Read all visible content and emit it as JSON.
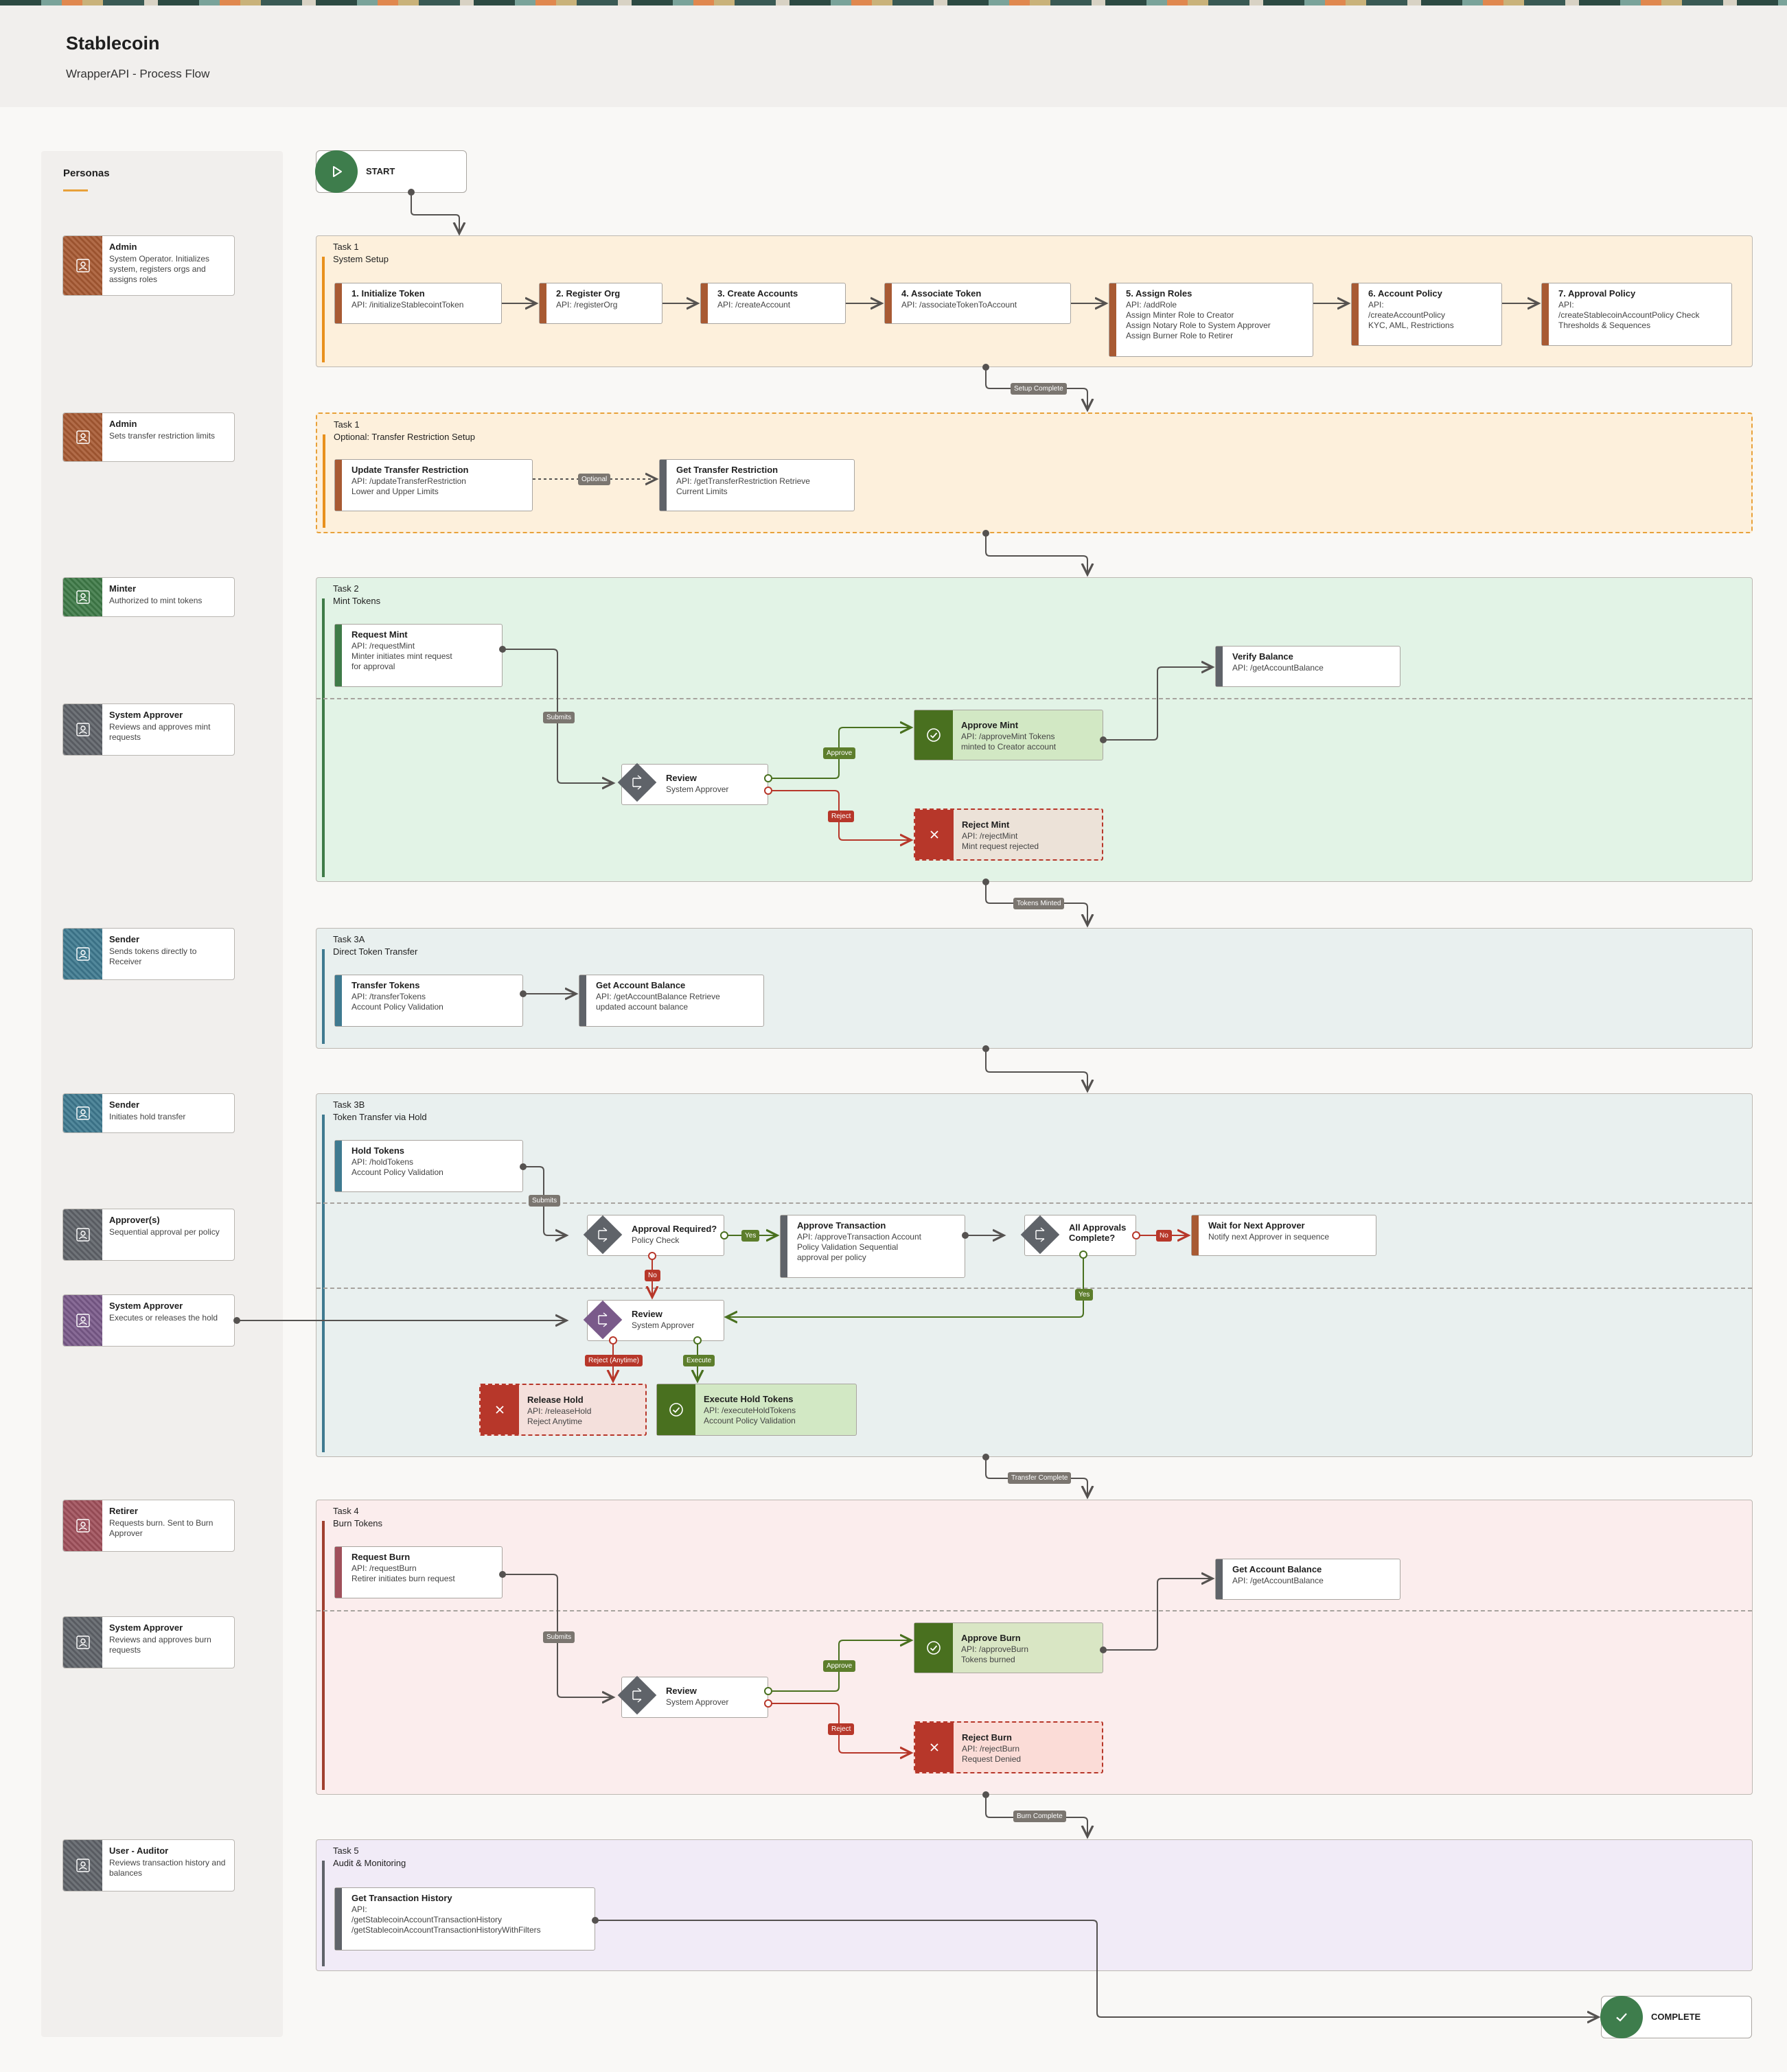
{
  "header": {
    "title": "Stablecoin",
    "subtitle": "WrapperAPI - Process Flow"
  },
  "personas": {
    "heading": "Personas",
    "items": [
      {
        "name": "Admin",
        "desc": "System Operator. Initializes system, registers orgs and assigns roles",
        "color": "#a85a33"
      },
      {
        "name": "Admin",
        "desc": "Sets transfer restriction limits",
        "color": "#a85a33"
      },
      {
        "name": "Minter",
        "desc": "Authorized to mint tokens",
        "color": "#3f7b48"
      },
      {
        "name": "System Approver",
        "desc": "Reviews and approves mint requests",
        "color": "#5f6369"
      },
      {
        "name": "Sender",
        "desc": "Sends tokens directly to Receiver",
        "color": "#3f7a90"
      },
      {
        "name": "Sender",
        "desc": "Initiates hold transfer",
        "color": "#3f7a90"
      },
      {
        "name": "Approver(s)",
        "desc": "Sequential approval per policy",
        "color": "#5f6369"
      },
      {
        "name": "System Approver",
        "desc": "Executes or releases the hold",
        "color": "#7a5a8a"
      },
      {
        "name": "Retirer",
        "desc": "Requests burn. Sent to Burn Approver",
        "color": "#a0505b"
      },
      {
        "name": "System Approver",
        "desc": "Reviews and approves burn requests",
        "color": "#5f6369"
      },
      {
        "name": "User - Auditor",
        "desc": "Reviews transaction history and balances",
        "color": "#5f6369"
      }
    ]
  },
  "start": {
    "label": "START"
  },
  "complete": {
    "label": "COMPLETE"
  },
  "task1": {
    "num": "Task 1",
    "name": "System Setup",
    "steps": [
      {
        "title": "1. Initialize Token",
        "sub": "API: /initializeStablecointToken"
      },
      {
        "title": "2. Register Org",
        "sub": "API: /registerOrg"
      },
      {
        "title": "3. Create Accounts",
        "sub": "API: /createAccount"
      },
      {
        "title": "4. Associate Token",
        "sub": "API: /associateTokenToAccount"
      },
      {
        "title": "5. Assign Roles",
        "sub": "API: /addRole\nAssign Minter Role to Creator\nAssign Notary Role to System Approver\nAssign Burner Role to Retirer"
      },
      {
        "title": "6. Account Policy",
        "sub": "API:\n/createAccountPolicy\nKYC, AML, Restrictions"
      },
      {
        "title": "7. Approval Policy",
        "sub": "API:\n/createStablecoinAccountPolicy Check\nThresholds & Sequences"
      }
    ],
    "exit_label": "Setup Complete"
  },
  "task1b": {
    "num": "Task 1",
    "name": "Optional: Transfer Restriction Setup",
    "update": {
      "title": "Update Transfer Restriction",
      "sub": "API: /updateTransferRestriction\nLower and Upper Limits"
    },
    "get": {
      "title": "Get Transfer Restriction",
      "sub": "API: /getTransferRestriction Retrieve\nCurrent Limits"
    },
    "optional_label": "Optional"
  },
  "task2": {
    "num": "Task 2",
    "name": "Mint Tokens",
    "request": {
      "title": "Request Mint",
      "sub": "API: /requestMint\nMinter initiates mint request\nfor approval"
    },
    "review": {
      "title": "Review",
      "sub": "System Approver"
    },
    "approve": {
      "title": "Approve Mint",
      "sub": "API: /approveMint Tokens\nminted to Creator account"
    },
    "reject": {
      "title": "Reject Mint",
      "sub": "API: /rejectMint\nMint request rejected"
    },
    "verify": {
      "title": "Verify Balance",
      "sub": "API: /getAccountBalance"
    },
    "submits": "Submits",
    "approve_label": "Approve",
    "reject_label": "Reject",
    "exit_label": "Tokens Minted"
  },
  "task3a": {
    "num": "Task 3A",
    "name": "Direct Token Transfer",
    "transfer": {
      "title": "Transfer Tokens",
      "sub": "API: /transferTokens\nAccount Policy Validation"
    },
    "balance": {
      "title": "Get Account Balance",
      "sub": "API: /getAccountBalance Retrieve\nupdated account balance"
    }
  },
  "task3b": {
    "num": "Task 3B",
    "name": "Token Transfer via Hold",
    "hold": {
      "title": "Hold Tokens",
      "sub": "API: /holdTokens\nAccount Policy Validation"
    },
    "approval_required": {
      "title": "Approval Required?",
      "sub": "Policy Check"
    },
    "approve_tx": {
      "title": "Approve Transaction",
      "sub": "API: /approveTransaction Account\nPolicy Validation Sequential\napproval per policy"
    },
    "all_approvals": {
      "title": "All Approvals\nComplete?",
      "sub": ""
    },
    "wait": {
      "title": "Wait for Next Approver",
      "sub": "Notify next Approver in sequence"
    },
    "review": {
      "title": "Review",
      "sub": "System Approver"
    },
    "release": {
      "title": "Release Hold",
      "sub": "API: /releaseHold\nReject Anytime"
    },
    "execute": {
      "title": "Execute Hold Tokens",
      "sub": "API: /executeHoldTokens\nAccount Policy Validation"
    },
    "submits": "Submits",
    "yes": "Yes",
    "no": "No",
    "no2": "No",
    "yes2": "Yes",
    "reject_anytime": "Reject (Anytime)",
    "execute_label": "Execute",
    "exit_label": "Transfer Complete"
  },
  "task4": {
    "num": "Task 4",
    "name": "Burn Tokens",
    "request": {
      "title": "Request Burn",
      "sub": "API: /requestBurn\nRetirer initiates burn request"
    },
    "review": {
      "title": "Review",
      "sub": "System Approver"
    },
    "approve": {
      "title": "Approve Burn",
      "sub": "API: /approveBurn\nTokens burned"
    },
    "reject": {
      "title": "Reject Burn",
      "sub": "API: /rejectBurn\nRequest Denied"
    },
    "balance": {
      "title": "Get Account Balance",
      "sub": "API: /getAccountBalance"
    },
    "submits": "Submits",
    "approve_label": "Approve",
    "reject_label": "Reject",
    "exit_label": "Burn Complete"
  },
  "task5": {
    "num": "Task 5",
    "name": "Audit & Monitoring",
    "history": {
      "title": "Get Transaction History",
      "sub": "API:\n/getStablecoinAccountTransactionHistory\n/getStablecoinAccountTransactionHistoryWithFilters"
    }
  },
  "colors": {
    "task1_bg": "#fdf0dc",
    "task2_bg": "#e2f3e6",
    "task3_bg": "#e9f0ef",
    "task4_bg": "#fbeded",
    "task5_bg": "#f1ebf7",
    "approve_bg": "#d2e8c4",
    "reject_bg": "#f6dcd7",
    "green": "#49701f",
    "red": "#b7372a",
    "line": "#555250"
  }
}
